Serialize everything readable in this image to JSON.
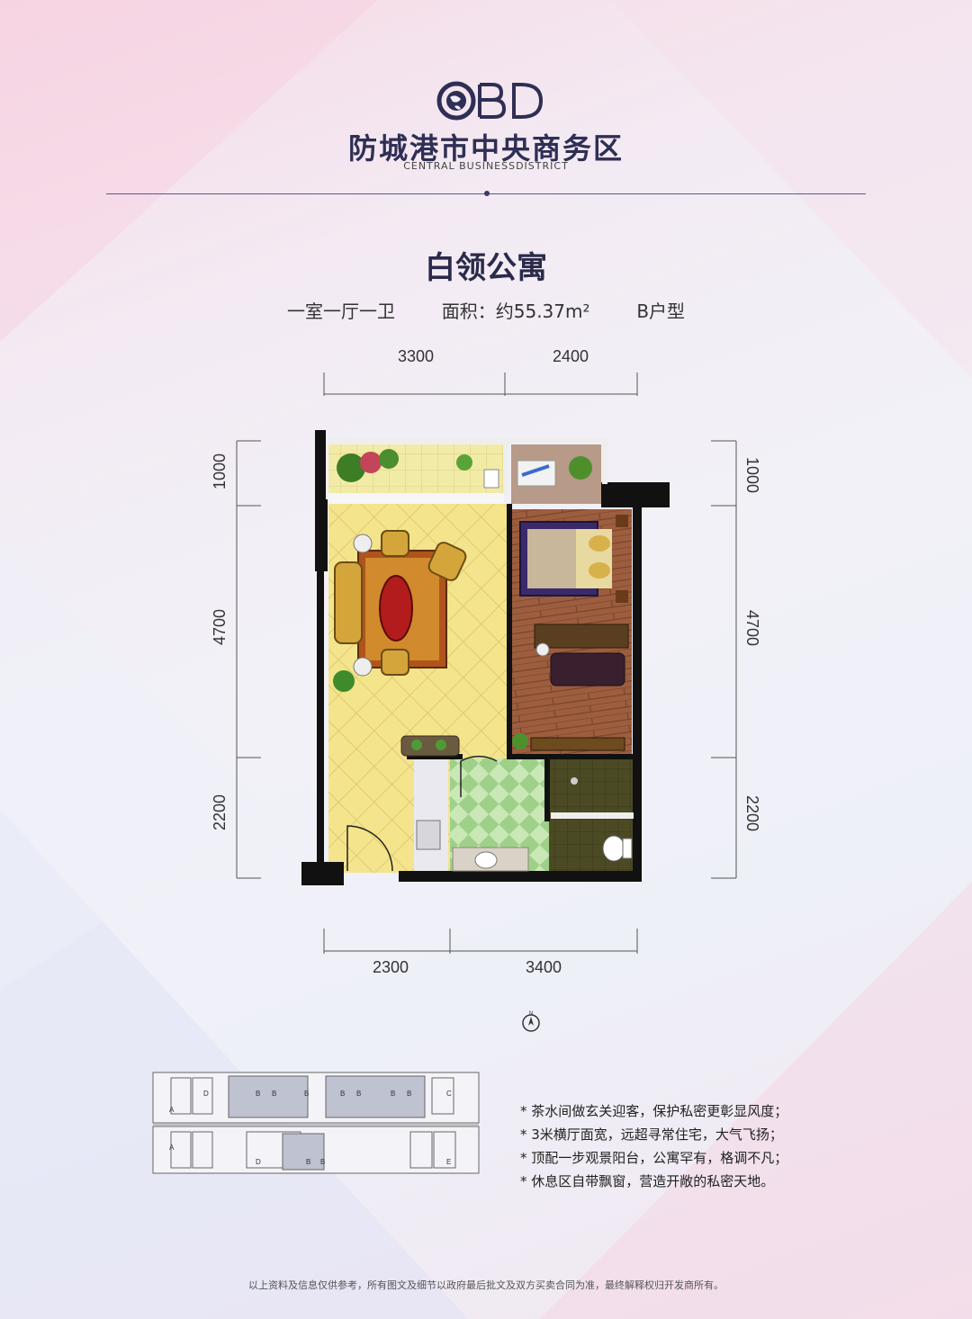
{
  "brand": {
    "logo_text": "CBD",
    "name_cn": "防城港市中央商务区",
    "name_en": "CENTRAL BUSINESSDISTRICT"
  },
  "title": "白领公寓",
  "subinfo": {
    "layout": "一室一厅一卫",
    "area_label": "面积：约55.37m²",
    "type": "B户型"
  },
  "dimensions": {
    "top": [
      "3300",
      "2400"
    ],
    "bottom": [
      "2300",
      "3400"
    ],
    "left": [
      "1000",
      "4700",
      "2200"
    ],
    "right": [
      "1000",
      "4700",
      "2200"
    ]
  },
  "compass_label": "N",
  "site_plan_unit_labels": [
    "A",
    "D",
    "B",
    "B",
    "B",
    "B",
    "B",
    "B",
    "B",
    "C",
    "A",
    "D",
    "B",
    "B",
    "E"
  ],
  "features": [
    "* 茶水间做玄关迎客，保护私密更彰显风度；",
    "* 3米横厅面宽，远超寻常住宅，大气飞扬；",
    "* 顶配一步观景阳台，公寓罕有，格调不凡；",
    "* 休息区自带飘窗，营造开敞的私密天地。"
  ],
  "footer": "以上资料及信息仅供参考，所有图文及细节以政府最后批文及双方买卖合同为准，最终解释权归开发商所有。",
  "colors": {
    "navy": "#2f2f55",
    "floor_living": "#f3e28a",
    "floor_wood": "#9a5a3a",
    "tile_green": "#b8e0a6",
    "tile_dark": "#4a4a22",
    "wall": "#111111"
  }
}
